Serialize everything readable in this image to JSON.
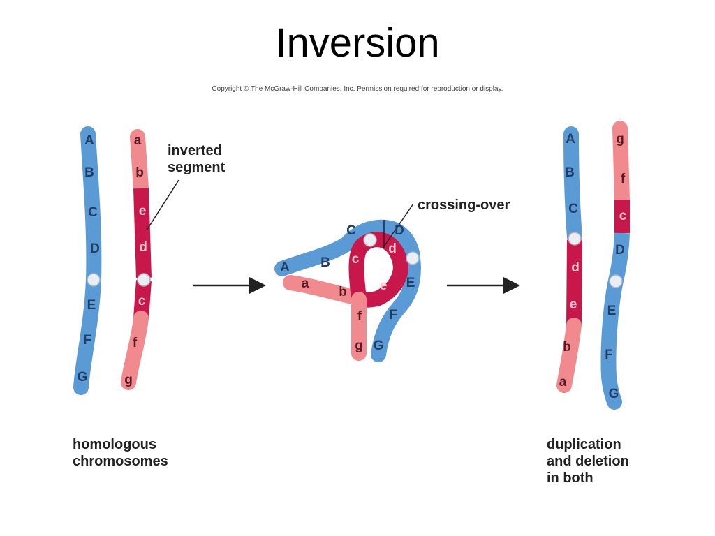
{
  "title": "Inversion",
  "copyright": "Copyright © The McGraw-Hill Companies, Inc. Permission required for reproduction or display.",
  "labels": {
    "inverted_segment": [
      "inverted",
      "segment"
    ],
    "crossing_over": "crossing-over",
    "homologous": [
      "homologous",
      "chromosomes"
    ],
    "result": [
      "duplication",
      "and deletion",
      "in both"
    ]
  },
  "colors": {
    "blue": "#5b9bd5",
    "blue_text": "#1f3f66",
    "pink": "#f08a8f",
    "inverted": "#c8174a",
    "centromere": "#e8eef4"
  },
  "chromosomes": {
    "left_blue": [
      "A",
      "B",
      "C",
      "D",
      "E",
      "F",
      "G"
    ],
    "left_pink": [
      "a",
      "b",
      "e",
      "d",
      "c",
      "f",
      "g"
    ],
    "loop_blue": [
      "A",
      "B",
      "C",
      "D",
      "E",
      "F",
      "G"
    ],
    "loop_pink": [
      "a",
      "b",
      "c",
      "d",
      "e",
      "f",
      "g"
    ],
    "right_1": [
      "A",
      "B",
      "C",
      "d",
      "e",
      "b",
      "a"
    ],
    "right_2": [
      "g",
      "f",
      "c",
      "D",
      "E",
      "F",
      "G"
    ]
  }
}
